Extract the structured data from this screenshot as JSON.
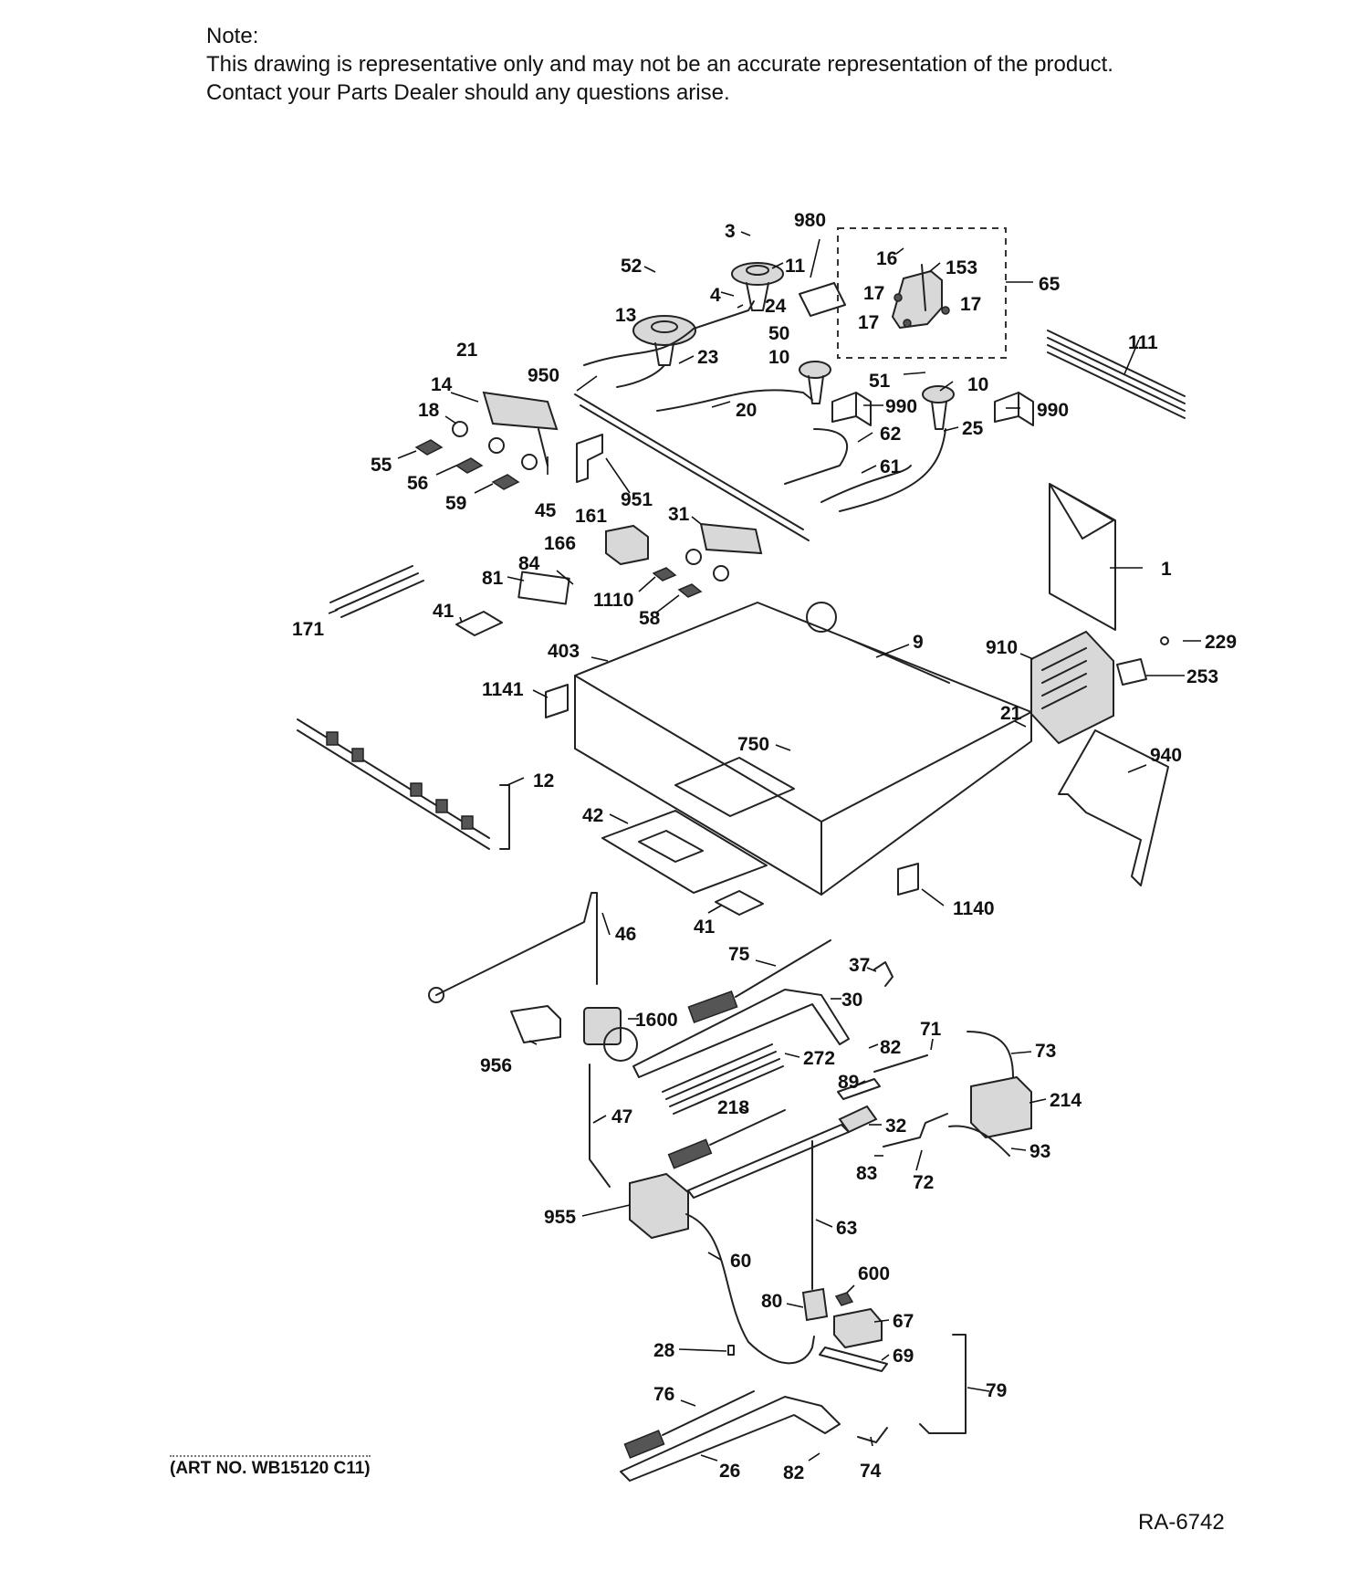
{
  "note": {
    "line1": "Note:",
    "line2": "This drawing is representative only and may not be an accurate representation of the product.",
    "line3": "Contact your Parts Dealer should any questions arise."
  },
  "art_number": "(ART NO. WB15120 C11)",
  "reference_code": "RA-6742",
  "callouts": [
    {
      "id": "3",
      "label": "3"
    },
    {
      "id": "980",
      "label": "980"
    },
    {
      "id": "16",
      "label": "16"
    },
    {
      "id": "153",
      "label": "153"
    },
    {
      "id": "65",
      "label": "65"
    },
    {
      "id": "52",
      "label": "52"
    },
    {
      "id": "11",
      "label": "11"
    },
    {
      "id": "4",
      "label": "4"
    },
    {
      "id": "24",
      "label": "24"
    },
    {
      "id": "17a",
      "label": "17"
    },
    {
      "id": "17b",
      "label": "17"
    },
    {
      "id": "17c",
      "label": "17"
    },
    {
      "id": "13",
      "label": "13"
    },
    {
      "id": "50",
      "label": "50"
    },
    {
      "id": "111",
      "label": "111"
    },
    {
      "id": "21a",
      "label": "21"
    },
    {
      "id": "23",
      "label": "23"
    },
    {
      "id": "10a",
      "label": "10"
    },
    {
      "id": "950",
      "label": "950"
    },
    {
      "id": "51",
      "label": "51"
    },
    {
      "id": "10b",
      "label": "10"
    },
    {
      "id": "14",
      "label": "14"
    },
    {
      "id": "990a",
      "label": "990"
    },
    {
      "id": "990b",
      "label": "990"
    },
    {
      "id": "18",
      "label": "18"
    },
    {
      "id": "20",
      "label": "20"
    },
    {
      "id": "25",
      "label": "25"
    },
    {
      "id": "62",
      "label": "62"
    },
    {
      "id": "55",
      "label": "55"
    },
    {
      "id": "61",
      "label": "61"
    },
    {
      "id": "56",
      "label": "56"
    },
    {
      "id": "59",
      "label": "59"
    },
    {
      "id": "45",
      "label": "45"
    },
    {
      "id": "951",
      "label": "951"
    },
    {
      "id": "161",
      "label": "161"
    },
    {
      "id": "31",
      "label": "31"
    },
    {
      "id": "166",
      "label": "166"
    },
    {
      "id": "1",
      "label": "1"
    },
    {
      "id": "84",
      "label": "84"
    },
    {
      "id": "81",
      "label": "81"
    },
    {
      "id": "1110",
      "label": "1110"
    },
    {
      "id": "58",
      "label": "58"
    },
    {
      "id": "41a",
      "label": "41"
    },
    {
      "id": "171",
      "label": "171"
    },
    {
      "id": "229",
      "label": "229"
    },
    {
      "id": "9",
      "label": "9"
    },
    {
      "id": "403",
      "label": "403"
    },
    {
      "id": "910",
      "label": "910"
    },
    {
      "id": "253",
      "label": "253"
    },
    {
      "id": "1141",
      "label": "1141"
    },
    {
      "id": "21b",
      "label": "21"
    },
    {
      "id": "750",
      "label": "750"
    },
    {
      "id": "940",
      "label": "940"
    },
    {
      "id": "12",
      "label": "12"
    },
    {
      "id": "42",
      "label": "42"
    },
    {
      "id": "1140",
      "label": "1140"
    },
    {
      "id": "41b",
      "label": "41"
    },
    {
      "id": "46",
      "label": "46"
    },
    {
      "id": "75",
      "label": "75"
    },
    {
      "id": "37",
      "label": "37"
    },
    {
      "id": "30",
      "label": "30"
    },
    {
      "id": "1600",
      "label": "1600"
    },
    {
      "id": "71",
      "label": "71"
    },
    {
      "id": "82a",
      "label": "82"
    },
    {
      "id": "73",
      "label": "73"
    },
    {
      "id": "272",
      "label": "272"
    },
    {
      "id": "956",
      "label": "956"
    },
    {
      "id": "89",
      "label": "89"
    },
    {
      "id": "214",
      "label": "214"
    },
    {
      "id": "218",
      "label": "218"
    },
    {
      "id": "47",
      "label": "47"
    },
    {
      "id": "32",
      "label": "32"
    },
    {
      "id": "93",
      "label": "93"
    },
    {
      "id": "83",
      "label": "83"
    },
    {
      "id": "72",
      "label": "72"
    },
    {
      "id": "955",
      "label": "955"
    },
    {
      "id": "63",
      "label": "63"
    },
    {
      "id": "60",
      "label": "60"
    },
    {
      "id": "600",
      "label": "600"
    },
    {
      "id": "80",
      "label": "80"
    },
    {
      "id": "67",
      "label": "67"
    },
    {
      "id": "28",
      "label": "28"
    },
    {
      "id": "69",
      "label": "69"
    },
    {
      "id": "79",
      "label": "79"
    },
    {
      "id": "76",
      "label": "76"
    },
    {
      "id": "26",
      "label": "26"
    },
    {
      "id": "82b",
      "label": "82"
    },
    {
      "id": "74",
      "label": "74"
    }
  ]
}
